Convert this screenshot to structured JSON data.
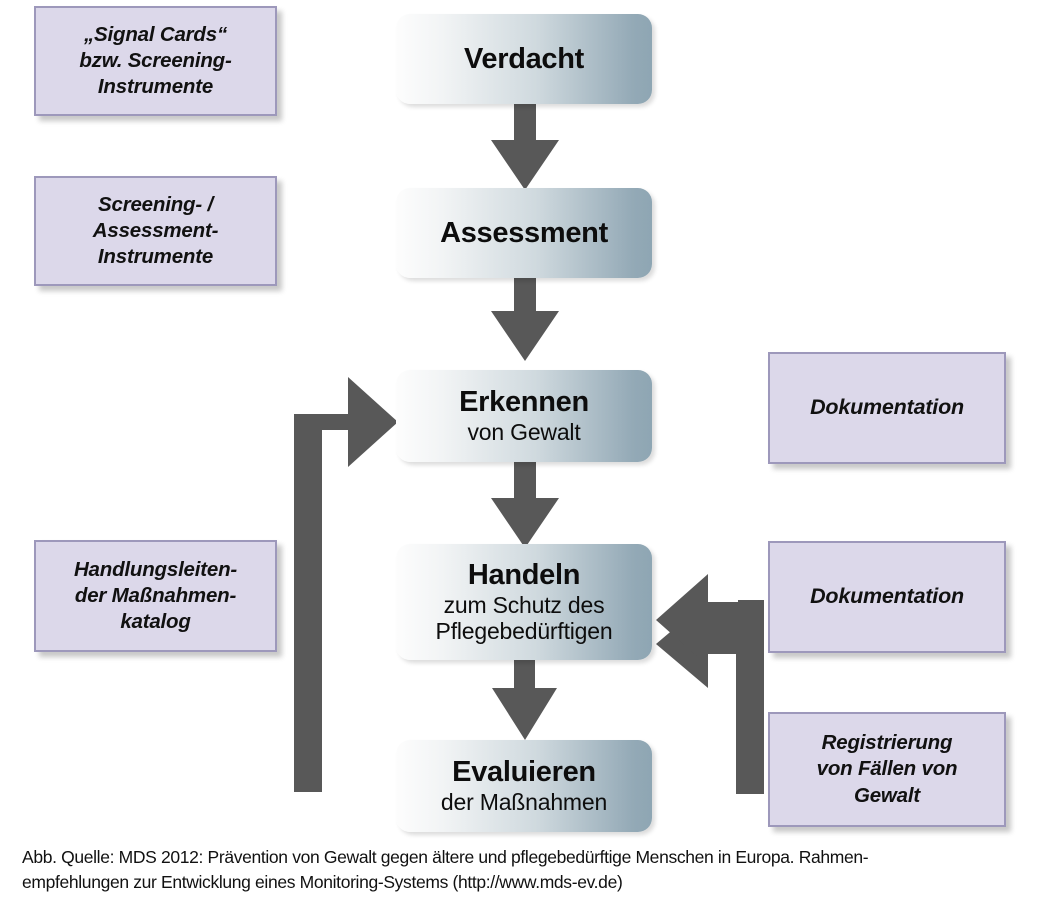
{
  "diagram": {
    "title": "Praevention von Gewalt - Handlungskreislauf",
    "colors": {
      "side_box_fill": "#dcd8ea",
      "side_box_border": "#9d98bb",
      "flow_box_gradient_start": "#fdfdfd",
      "flow_box_gradient_end": "#8ea6b3",
      "arrow": "#585858",
      "text": "#111111"
    },
    "flow_steps": [
      {
        "title": "Verdacht",
        "subtitle": ""
      },
      {
        "title": "Assessment",
        "subtitle": ""
      },
      {
        "title": "Erkennen",
        "subtitle": "von Gewalt"
      },
      {
        "title": "Handeln",
        "subtitle_line1": "zum Schutz des",
        "subtitle_line2": "Pflegebedürftigen"
      },
      {
        "title": "Evaluieren",
        "subtitle": "der Maßnahmen"
      }
    ],
    "left_boxes": [
      {
        "line1": "„Signal Cards“",
        "line2": "bzw. Screening-",
        "line3": "Instrumente"
      },
      {
        "line1": "Screening- /",
        "line2": "Assessment-",
        "line3": "Instrumente"
      },
      {
        "line1": "Handlungsleiten-",
        "line2": "der Maßnahmen-",
        "line3": "katalog"
      }
    ],
    "right_boxes": [
      {
        "line1": "Dokumentation",
        "line2": "",
        "line3": ""
      },
      {
        "line1": "Dokumentation",
        "line2": "",
        "line3": ""
      },
      {
        "line1": "Registrierung",
        "line2": "von Fällen von",
        "line3": "Gewalt"
      }
    ],
    "arrows": [
      {
        "name": "verdacht-to-assessment",
        "direction": "down"
      },
      {
        "name": "assessment-to-erkennen",
        "direction": "down"
      },
      {
        "name": "erkennen-to-handeln",
        "direction": "down"
      },
      {
        "name": "handeln-to-evaluieren",
        "direction": "down"
      },
      {
        "name": "evaluieren-to-erkennen-feedback",
        "direction": "elbow-left-up-right"
      },
      {
        "name": "evaluieren-to-handeln-feedback",
        "direction": "elbow-right-up-left"
      }
    ]
  },
  "caption": {
    "line1": "Abb.  Quelle: MDS 2012: Prävention von Gewalt gegen ältere und pflegebedürftige Menschen in Europa. Rahmen-",
    "line2": "empfehlungen zur Entwicklung eines Monitoring-Systems (http://www.mds-ev.de)"
  }
}
